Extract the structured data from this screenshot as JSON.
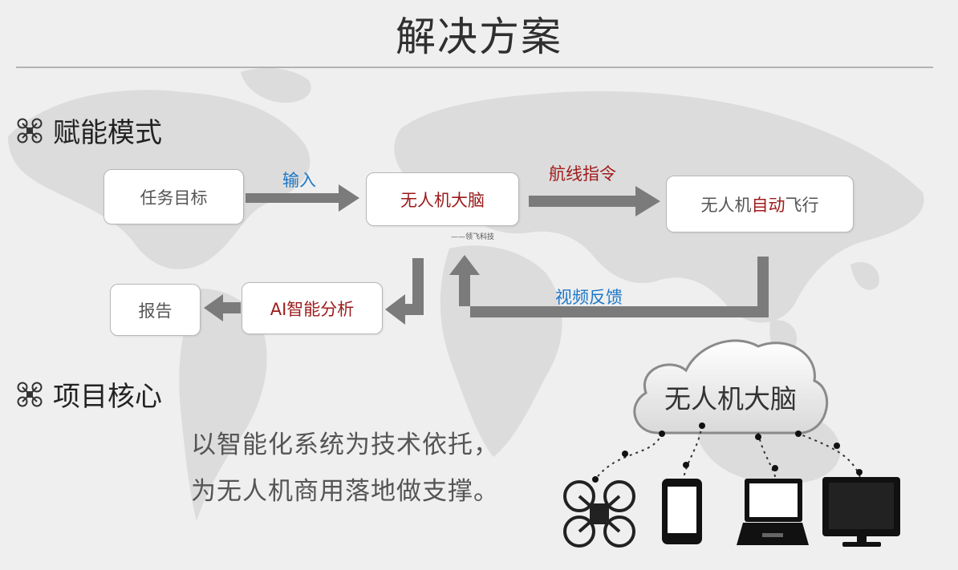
{
  "page": {
    "title": "解决方案"
  },
  "sections": {
    "empower": {
      "title": "赋能模式"
    },
    "core": {
      "title": "项目核心"
    }
  },
  "flow": {
    "task_box": "任务目标",
    "brain_box": "无人机大脑",
    "auto_box_prefix": "无人机",
    "auto_box_highlight": "自动",
    "auto_box_suffix": "飞行",
    "ai_box": "AI智能分析",
    "report_box": "报告",
    "label_input": "输入",
    "label_route": "航线指令",
    "label_video": "视频反馈",
    "brand_note": "——领飞科技"
  },
  "core_text": {
    "line1": "以智能化系统为技术依托，",
    "line2": "为无人机商用落地做支撑。"
  },
  "cloud": {
    "label": "无人机大脑"
  },
  "colors": {
    "background": "#efefef",
    "accent_red": "#a01b1b",
    "accent_blue": "#1e78c8",
    "arrow_gray": "#7b7b7b"
  }
}
